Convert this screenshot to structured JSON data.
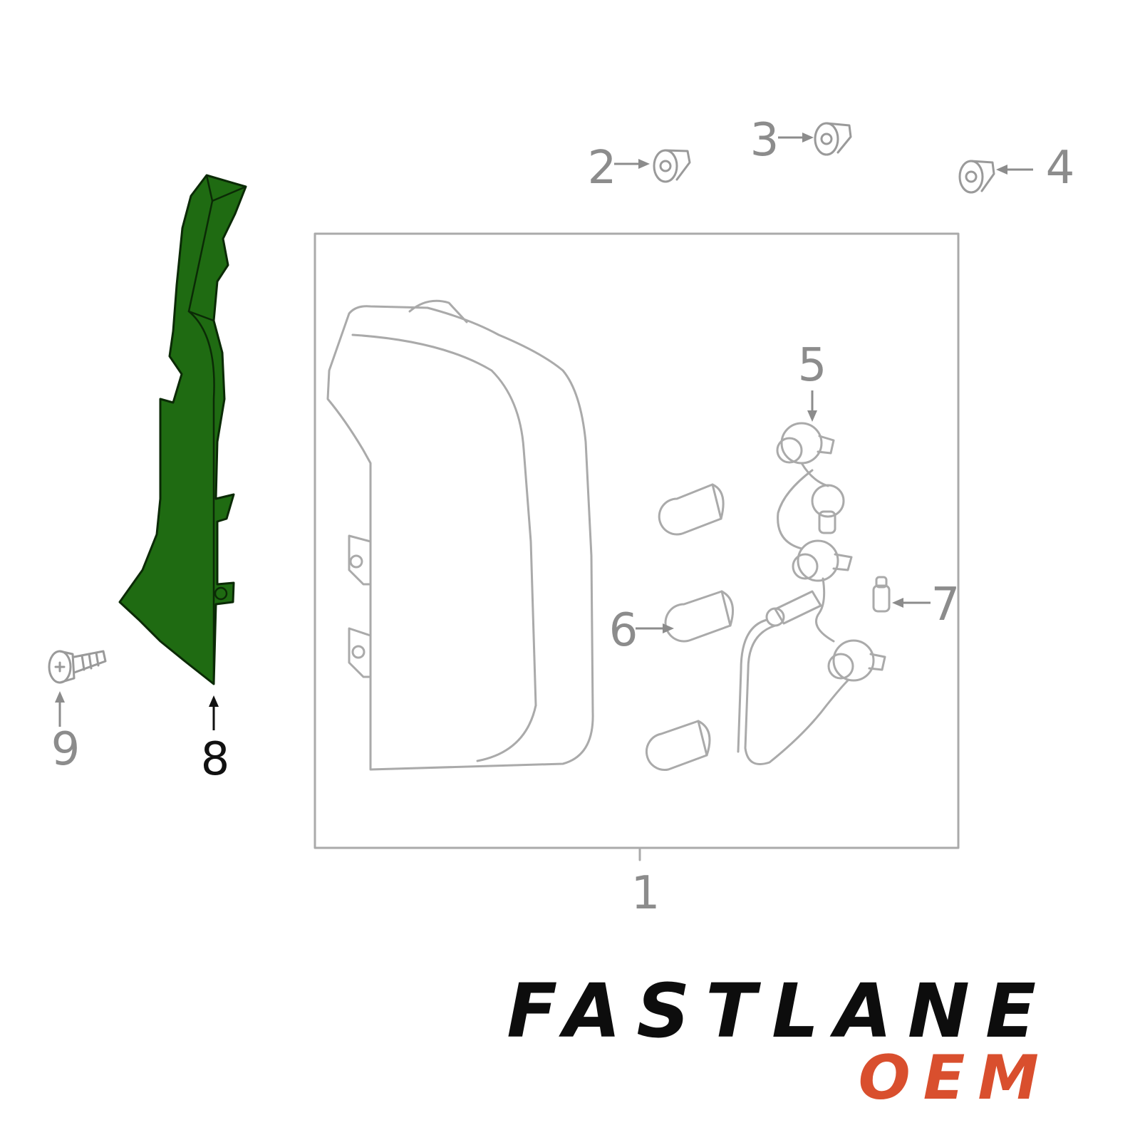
{
  "diagram": {
    "callouts": [
      {
        "id": "1",
        "label": "1"
      },
      {
        "id": "2",
        "label": "2"
      },
      {
        "id": "3",
        "label": "3"
      },
      {
        "id": "4",
        "label": "4"
      },
      {
        "id": "5",
        "label": "5"
      },
      {
        "id": "6",
        "label": "6"
      },
      {
        "id": "7",
        "label": "7"
      },
      {
        "id": "8",
        "label": "8",
        "highlighted": true
      },
      {
        "id": "9",
        "label": "9"
      }
    ],
    "highlighted_part": "8",
    "colors": {
      "highlight_fill": "#1f6b12",
      "line": "#9a9a9a",
      "active_callout": "#111111",
      "inactive_callout": "#8c8c8c"
    }
  },
  "brand": {
    "name": "FASTLANE",
    "sub": "OEM",
    "colors": {
      "name": "#0d0d0d",
      "sub": "#d94f2e"
    }
  }
}
